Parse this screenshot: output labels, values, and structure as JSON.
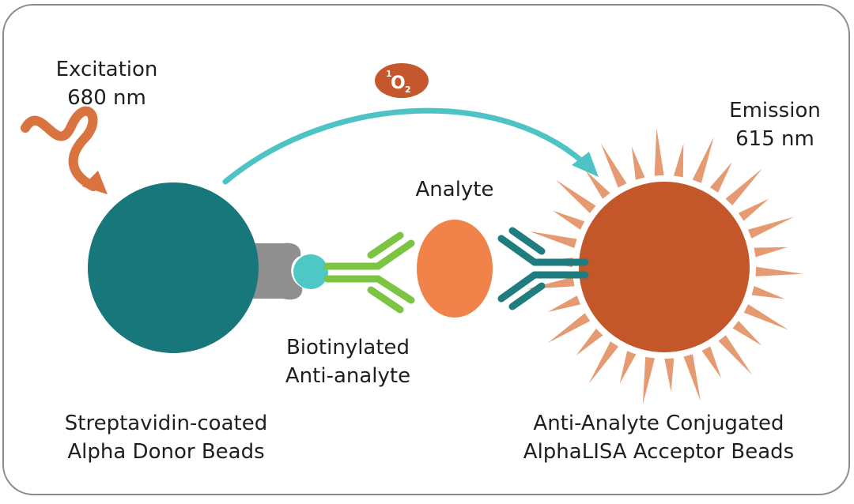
{
  "colors": {
    "frame": "#8c8c8c",
    "donor_bead": "#17777a",
    "streptavidin": "#8f8f8f",
    "biotin": "#4ec7c7",
    "biotinylated_antibody": "#7cc542",
    "analyte": "#f0824a",
    "acceptor_antibody": "#1f7d80",
    "acceptor_bead": "#c3572a",
    "acceptor_rays": "#e69a72",
    "singlet_oxygen_arrow": "#4ec3c5",
    "excitation_wave": "#d9733f",
    "singlet_oxygen_badge": "#c4582c"
  },
  "icons": [
    "excitation-wave-icon",
    "singlet-oxygen-arrow-icon",
    "acceptor-rays-icon"
  ],
  "singlet_oxygen": {
    "superscript": "1",
    "symbol": "O",
    "subscript": "2"
  },
  "labels": {
    "excitation": [
      "Excitation",
      "680 nm"
    ],
    "emission": [
      "Emission",
      "615 nm"
    ],
    "analyte": "Analyte",
    "biotinylated": [
      "Biotinylated",
      "Anti-analyte"
    ],
    "donor_beads": [
      "Streptavidin-coated",
      "Alpha Donor Beads"
    ],
    "acceptor_beads": [
      "Anti-Analyte Conjugated",
      "AlphaLISA Acceptor Beads"
    ]
  }
}
